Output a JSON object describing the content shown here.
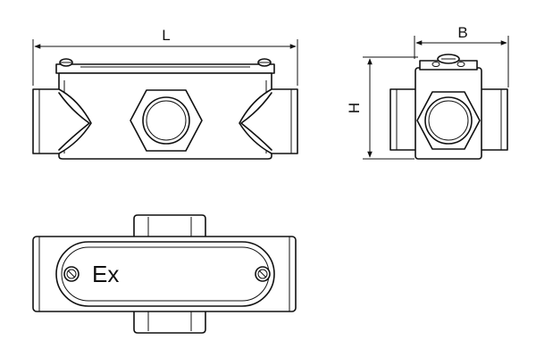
{
  "dimensions": {
    "length_label": "L",
    "width_label": "B",
    "height_label": "H"
  },
  "cover_marking": "Ex",
  "colors": {
    "line": "#111111",
    "background": "#ffffff"
  }
}
